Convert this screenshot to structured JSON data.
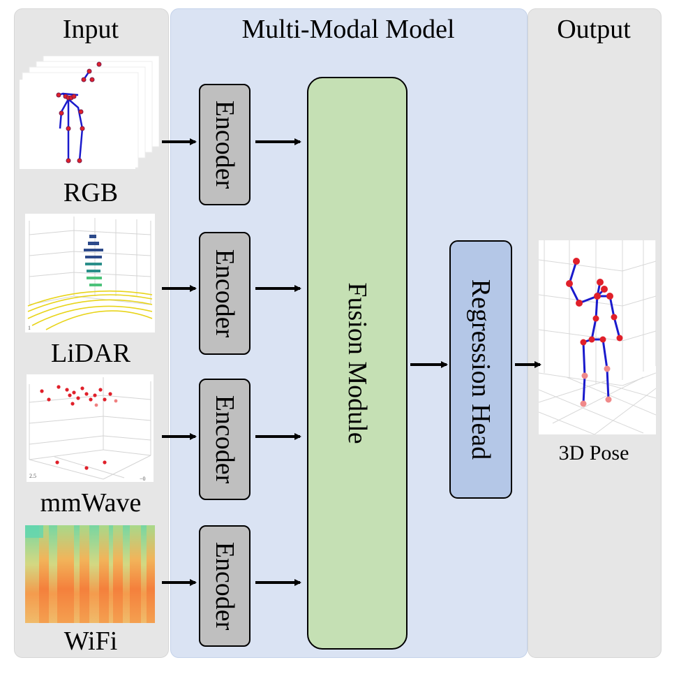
{
  "panels": {
    "input_title": "Input",
    "model_title": "Multi-Modal Model",
    "output_title": "Output"
  },
  "modalities": [
    {
      "label": "RGB"
    },
    {
      "label": "LiDAR"
    },
    {
      "label": "mmWave"
    },
    {
      "label": "WiFi"
    }
  ],
  "encoders": [
    {
      "label": "Encoder"
    },
    {
      "label": "Encoder"
    },
    {
      "label": "Encoder"
    },
    {
      "label": "Encoder"
    }
  ],
  "fusion": {
    "label": "Fusion Module"
  },
  "regression": {
    "label": "Regression Head"
  },
  "output": {
    "label": "3D Pose"
  },
  "colors": {
    "input_panel": "#e6e6e6",
    "model_panel": "#dae3f3",
    "encoder_fill": "#bfbfbf",
    "fusion_fill": "#c5e0b4",
    "regression_fill": "#b4c7e7",
    "skeleton_line": "#1a1acc",
    "joint": "#e0202a"
  }
}
